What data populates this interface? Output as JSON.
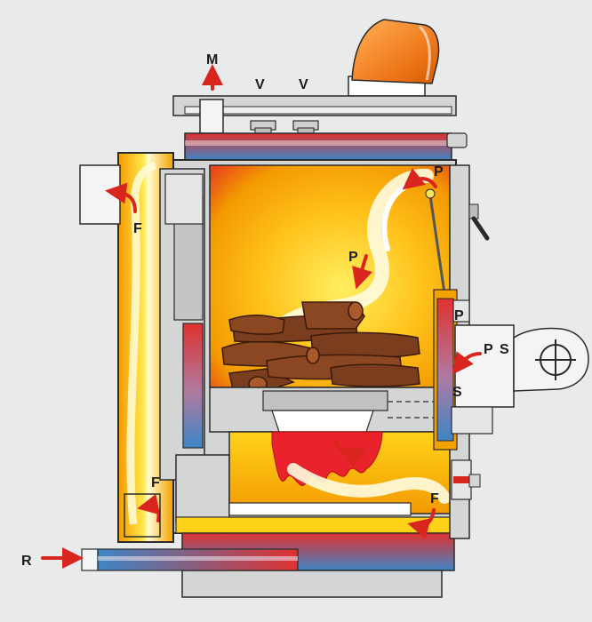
{
  "labels": {
    "m": "M",
    "v1": "V",
    "v2": "V",
    "p_top": "P",
    "p_mid": "P",
    "p_right": "P",
    "ps_p": "P",
    "ps_s": "S",
    "s_lower": "S",
    "f_upper": "F",
    "f_lower_left": "F",
    "f_lower_right": "F",
    "r": "R"
  },
  "colors": {
    "background": "#e9eaea",
    "casing": "#d4d5d5",
    "outline": "#2b2b2b",
    "hot_orange": "#f7a600",
    "hot_yellow": "#ffe135",
    "flame_red": "#e8232b",
    "water_hot": "#e0312f",
    "water_cold": "#3d86c6",
    "flow_arrow": "#d8261e",
    "wood": "#7a3d1e",
    "hopper_orange": "#f07c1e"
  },
  "icons": {
    "fan": "fan-icon",
    "lever": "lever-handle-icon"
  }
}
